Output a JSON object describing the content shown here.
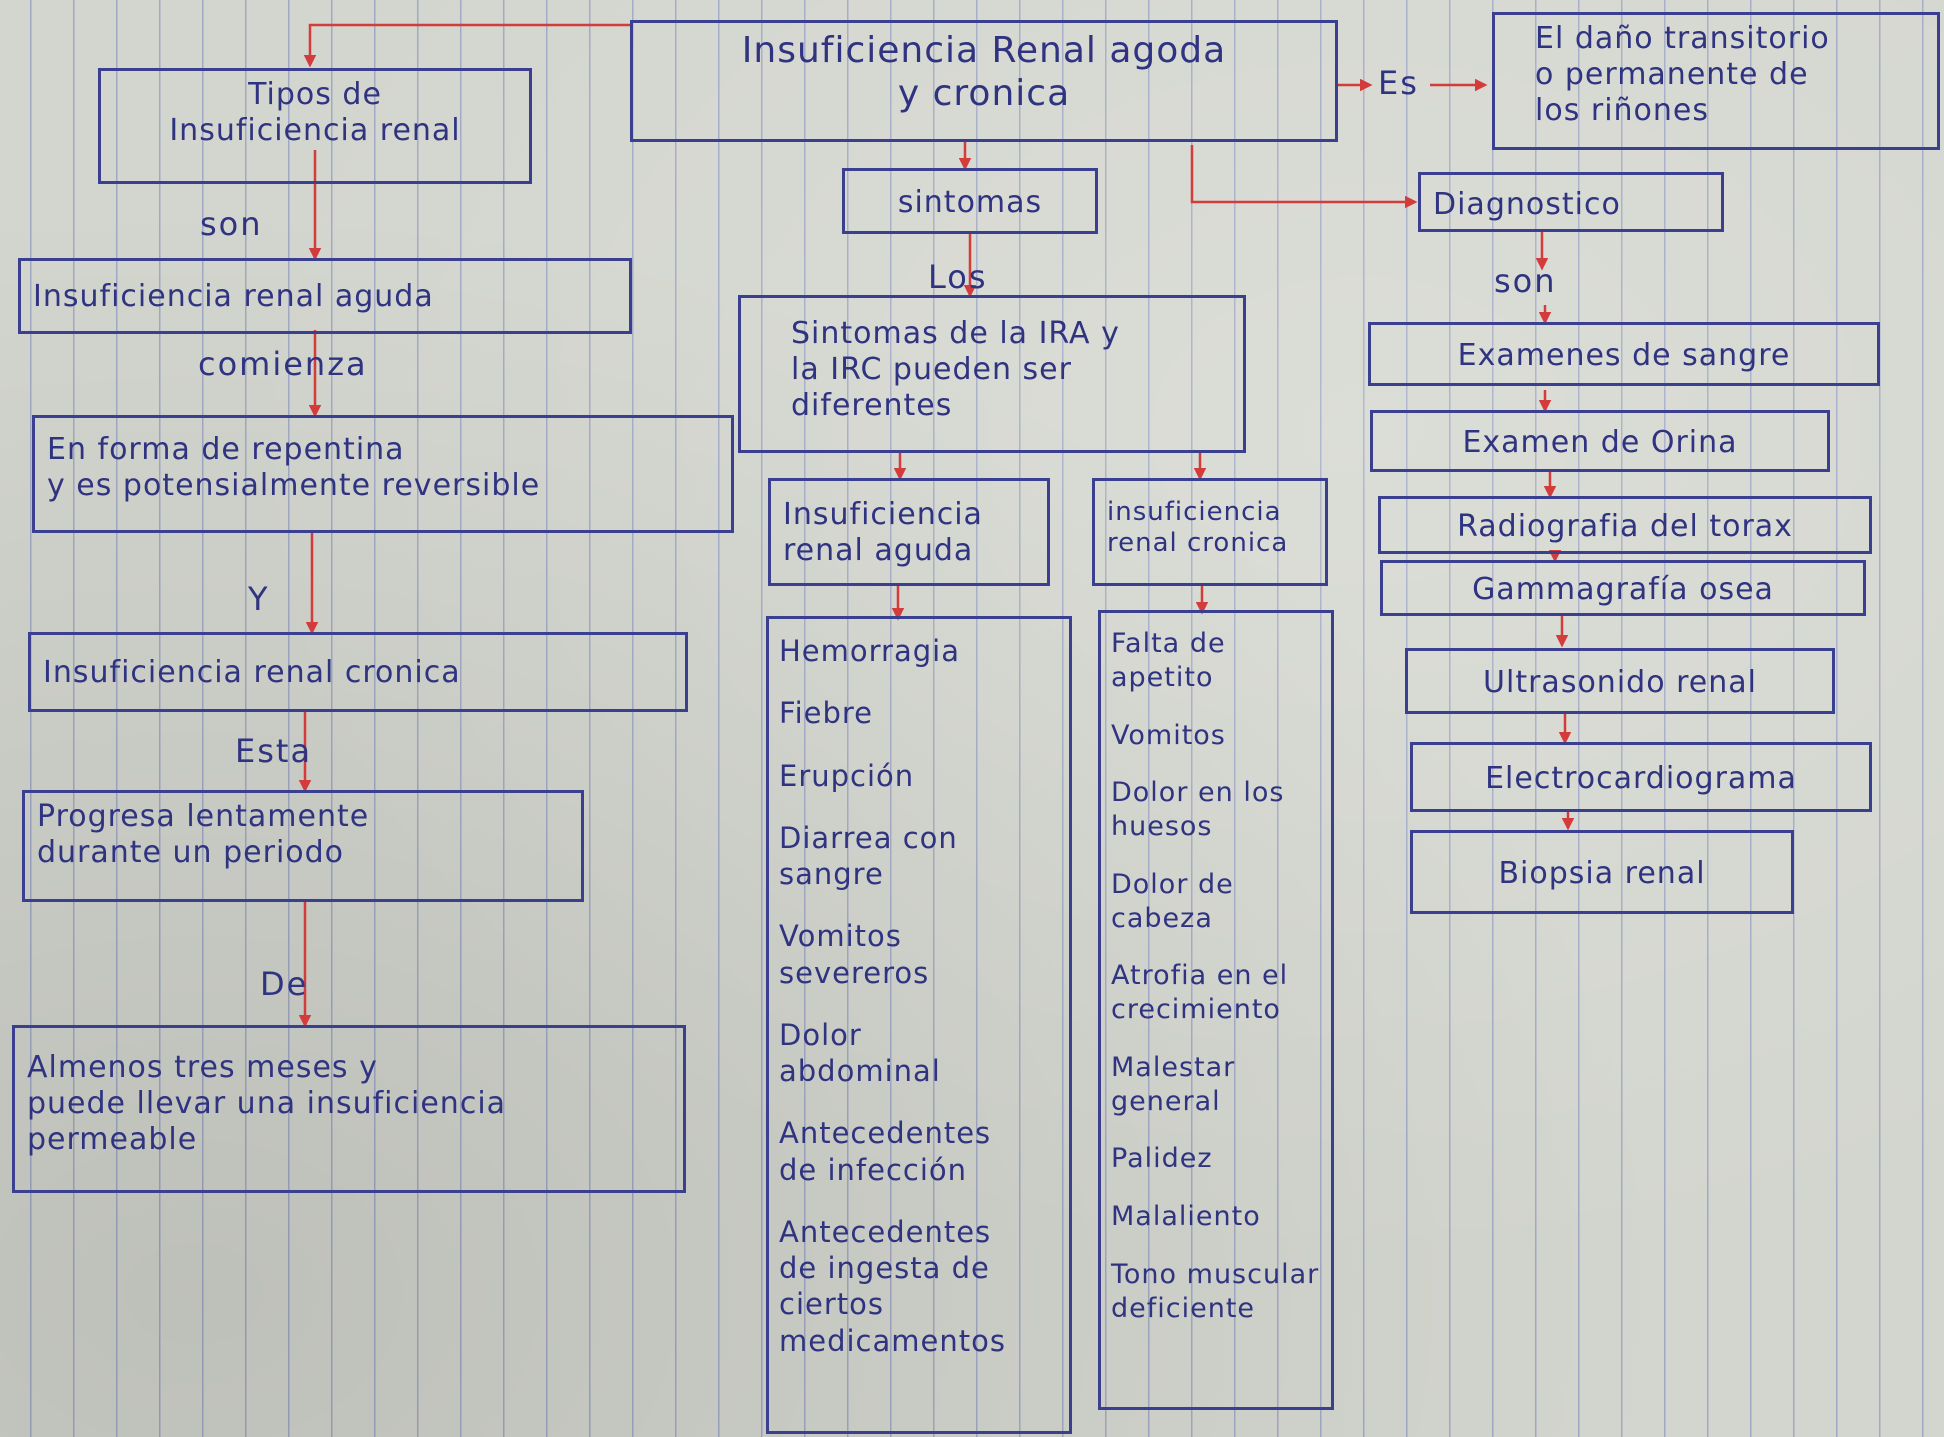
{
  "colors": {
    "ink": "#2f3380",
    "arrows": "#d43b3b",
    "rules": "#7a82be"
  },
  "top": {
    "title": "Insuficiencia Renal agoda\ny cronica",
    "es": "Es",
    "definition": "El daño transitorio\no permanente de\nlos riñones"
  },
  "left": {
    "types": "Tipos de\nInsuficiencia renal",
    "son": "son",
    "aguda": "Insuficiencia renal aguda",
    "comienza": "comienza",
    "forma": "En forma de repentina\ny es potensialmente reversible",
    "y": "Y",
    "cronica": "Insuficiencia renal cronica",
    "esta": "Esta",
    "progresa": "Progresa lentamente\ndurante un periodo",
    "de": "De",
    "meses": "Almenos tres meses y\npuede llevar una insuficiencia\npermeable"
  },
  "middle": {
    "sintomas": "sintomas",
    "los": "Los",
    "sintomas_desc": "Sintomas de la IRA y\nla IRC pueden ser\ndiferentes",
    "ira_head": "Insuficiencia\nrenal aguda",
    "irc_head": "insuficiencia\nrenal cronica",
    "ira_list": [
      "Hemorragia",
      "Fiebre",
      "Erupción",
      "Diarrea con\nsangre",
      "Vomitos\nsevereros",
      "Dolor\nabdominal",
      "Antecedentes\nde infección",
      "Antecedentes\nde ingesta de\nciertos\nmedicamentos"
    ],
    "irc_list": [
      "Falta de\napetito",
      "Vomitos",
      "Dolor en los\nhuesos",
      "Dolor de\ncabeza",
      "Atrofia en el\ncrecimiento",
      "Malestar\ngeneral",
      "Palidez",
      "Malaliento",
      "Tono muscular\ndeficiente"
    ]
  },
  "right": {
    "diagnostico": "Diagnostico",
    "son": "son",
    "tests": [
      "Examenes de sangre",
      "Examen de Orina",
      "Radiografia del torax",
      "Gammagrafía osea",
      "Ultrasonido renal",
      "Electrocardiograma",
      "Biopsia renal"
    ]
  }
}
